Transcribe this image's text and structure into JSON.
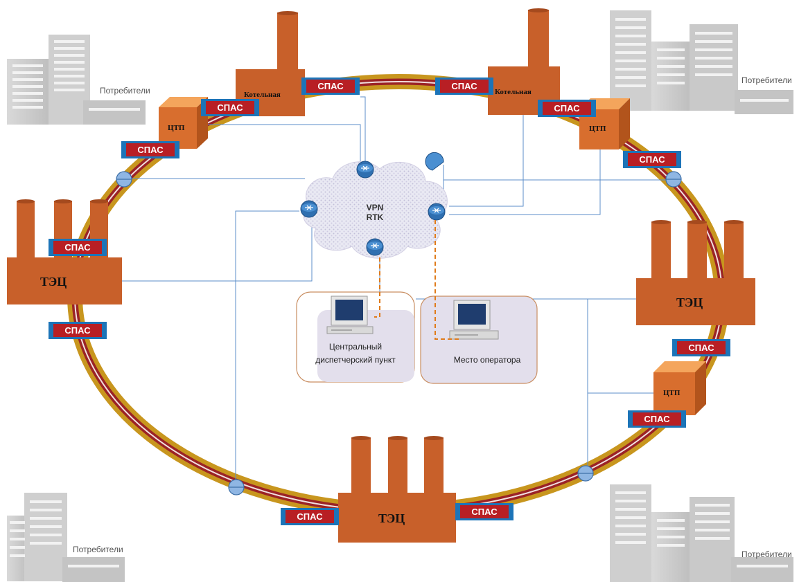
{
  "consumers": {
    "label": "Потребители"
  },
  "plants": {
    "boiler_label": "Котельная",
    "ctp_label": "ЦТП",
    "tec_label": "ТЭЦ"
  },
  "spas": {
    "label": "СПАС"
  },
  "vpn": {
    "line1": "VPN",
    "line2": "RTK"
  },
  "control_room": {
    "line1": "Центральный",
    "line2": "диспетчерский пункт"
  },
  "operator": {
    "label": "Место оператора"
  },
  "colors": {
    "ring_outer": "#c8961e",
    "pipe": "#9b2326",
    "building": "#c8602a",
    "spas_fill": "#b81f24",
    "spas_border": "#1c74b8",
    "network_line": "#5b8ec9",
    "operator_link": "#e07b1a"
  }
}
